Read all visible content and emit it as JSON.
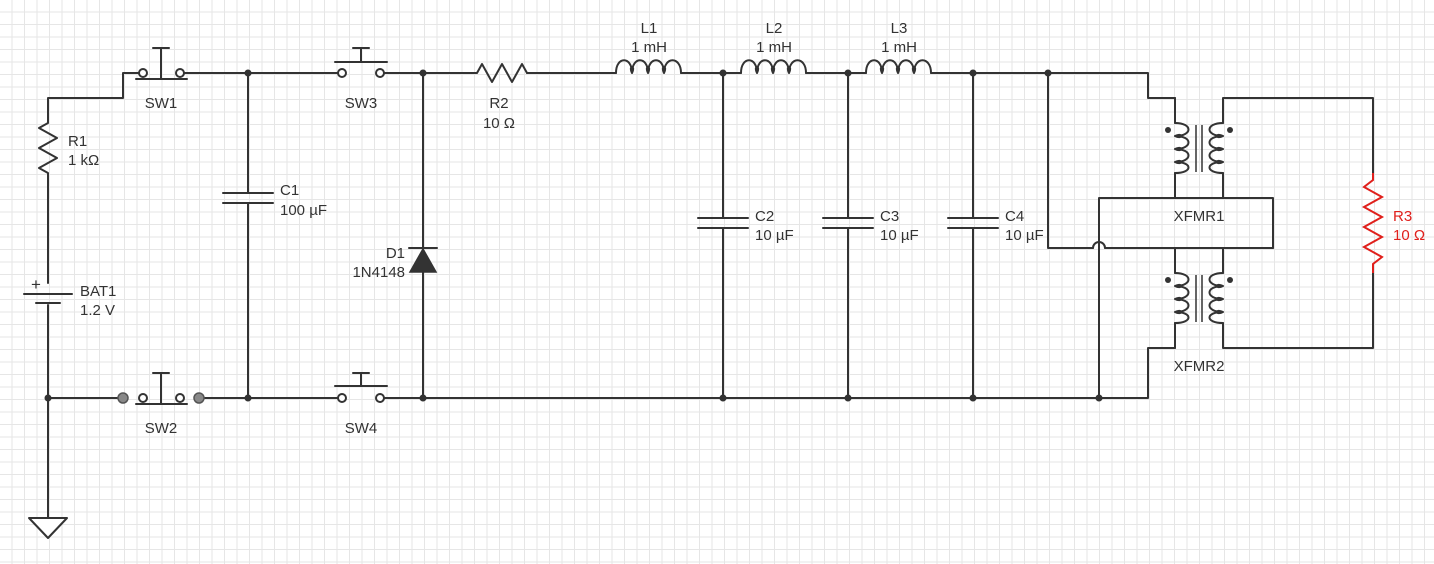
{
  "colors": {
    "wire": "#333333",
    "highlight": "#e0201c",
    "grid": "#e6e6e6",
    "background": "#ffffff"
  },
  "components": {
    "sw1": {
      "name": "SW1"
    },
    "sw2": {
      "name": "SW2"
    },
    "sw3": {
      "name": "SW3"
    },
    "sw4": {
      "name": "SW4"
    },
    "r1": {
      "name": "R1",
      "value": "1 kΩ"
    },
    "r2": {
      "name": "R2",
      "value": "10 Ω"
    },
    "r3": {
      "name": "R3",
      "value": "10 Ω"
    },
    "c1": {
      "name": "C1",
      "value": "100 µF"
    },
    "c2": {
      "name": "C2",
      "value": "10 µF"
    },
    "c3": {
      "name": "C3",
      "value": "10 µF"
    },
    "c4": {
      "name": "C4",
      "value": "10 µF"
    },
    "l1": {
      "name": "L1",
      "value": "1 mH"
    },
    "l2": {
      "name": "L2",
      "value": "1 mH"
    },
    "l3": {
      "name": "L3",
      "value": "1 mH"
    },
    "d1": {
      "name": "D1",
      "value": "1N4148"
    },
    "bat1": {
      "name": "BAT1",
      "value": "1.2 V",
      "plus_symbol": "+"
    },
    "xfmr1": {
      "name": "XFMR1"
    },
    "xfmr2": {
      "name": "XFMR2"
    }
  },
  "ground": {
    "icon": "ground-icon"
  }
}
